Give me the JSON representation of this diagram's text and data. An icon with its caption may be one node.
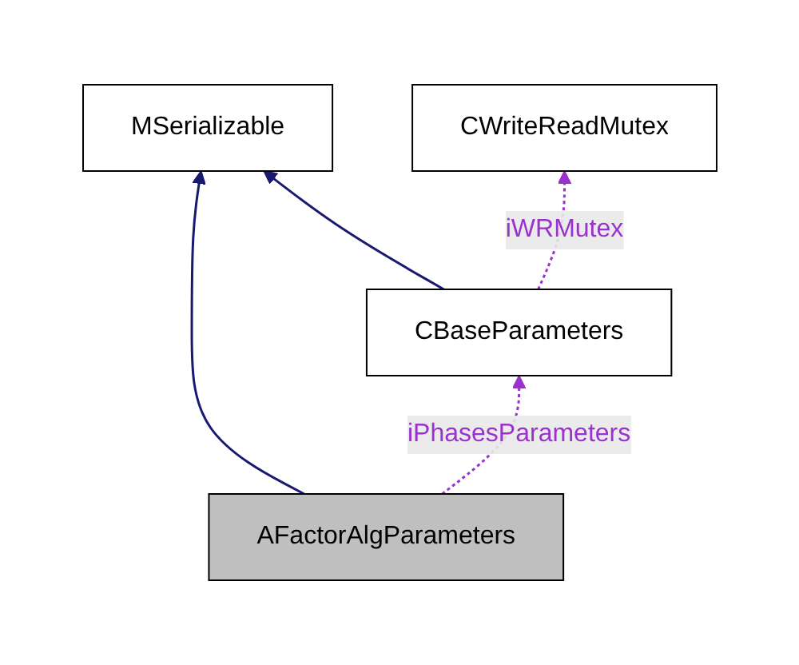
{
  "diagram": {
    "nodes": [
      {
        "text": [
          "MSerializable"
        ]
      },
      {
        "text": [
          "CWriteReadMutex"
        ]
      },
      {
        "text": [
          "CBaseParameters"
        ]
      },
      {
        "text": [
          "AFactorAlgParameters"
        ]
      }
    ],
    "edges": [
      {
        "from": 3,
        "to": 0,
        "arrow": "to",
        "color": "#191970"
      },
      {
        "from": 2,
        "to": 0,
        "arrow": "to",
        "color": "#191970"
      },
      {
        "from": 2,
        "to": 1,
        "arrow": "to",
        "label": "iWRMutex",
        "style": "dashed",
        "color": "#9a32cd"
      },
      {
        "from": 3,
        "to": 2,
        "arrow": "to",
        "label": "iPhasesParameters",
        "style": "dashed",
        "color": "#9a32cd"
      }
    ]
  }
}
